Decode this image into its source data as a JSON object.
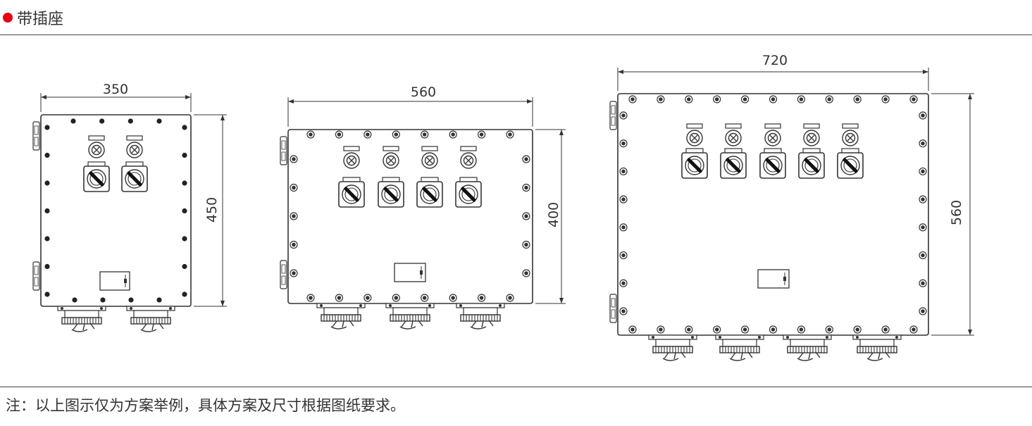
{
  "header": {
    "title": "带插座",
    "bullet_color": "#e60012"
  },
  "note": "注：以上图示仅为方案举例，具体方案及尺寸根据图纸要求。",
  "panels": [
    {
      "name": "box-2",
      "width_label": "350",
      "height_label": "450",
      "switch_count": 2,
      "socket_count": 2
    },
    {
      "name": "box-4",
      "width_label": "560",
      "height_label": "400",
      "switch_count": 4,
      "socket_count": 3
    },
    {
      "name": "box-5",
      "width_label": "720",
      "height_label": "560",
      "switch_count": 5,
      "socket_count": 4
    }
  ]
}
